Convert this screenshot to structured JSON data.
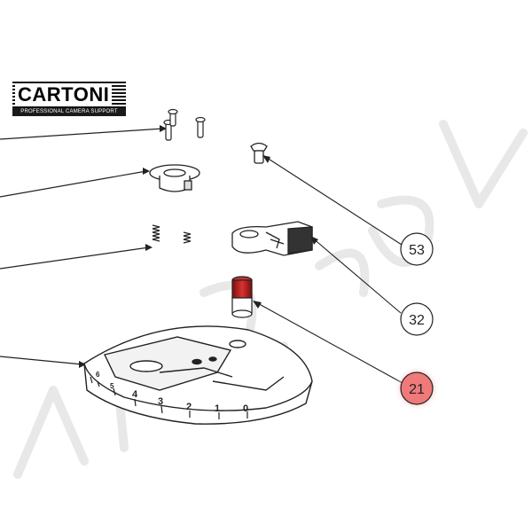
{
  "brand": {
    "name": "CARTONI",
    "tagline": "PROFESSIONAL CAMERA SUPPORT"
  },
  "watermark": {
    "text": "ALBACOM"
  },
  "callouts": [
    {
      "number": "53",
      "highlighted": false
    },
    {
      "number": "32",
      "highlighted": false
    },
    {
      "number": "21",
      "highlighted": true
    }
  ],
  "scale_numbers": [
    "6",
    "5",
    "4",
    "3",
    "2",
    "1",
    "0"
  ],
  "colors": {
    "line": "#222222",
    "highlight_fill": "#f07a7a",
    "highlight_glow": "#f5b3b3",
    "highlight_part": "#b81f1f",
    "watermark": "#e6e6e6"
  }
}
